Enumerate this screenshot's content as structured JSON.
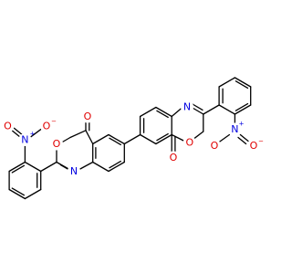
{
  "molecule": {
    "atoms": {
      "o_carbonyl_left": {
        "text": "O",
        "color": "#e00000"
      },
      "o_ring_left": {
        "text": "O",
        "color": "#e00000"
      },
      "n_ring_left": {
        "text": "N",
        "color": "#0000e0"
      },
      "n_nitro_left": {
        "text": "N",
        "color": "#0000e0",
        "charge": "+"
      },
      "o_nitro_left_a": {
        "text": "O",
        "color": "#e00000",
        "charge": "−"
      },
      "o_nitro_left_b": {
        "text": "O",
        "color": "#e00000"
      },
      "o_carbonyl_right": {
        "text": "O",
        "color": "#e00000"
      },
      "o_ring_right": {
        "text": "O",
        "color": "#e00000"
      },
      "n_ring_right": {
        "text": "N",
        "color": "#0000e0"
      },
      "n_nitro_right": {
        "text": "N",
        "color": "#0000e0",
        "charge": "+"
      },
      "o_nitro_right_a": {
        "text": "O",
        "color": "#e00000",
        "charge": "−"
      },
      "o_nitro_right_b": {
        "text": "O",
        "color": "#e00000"
      }
    }
  }
}
